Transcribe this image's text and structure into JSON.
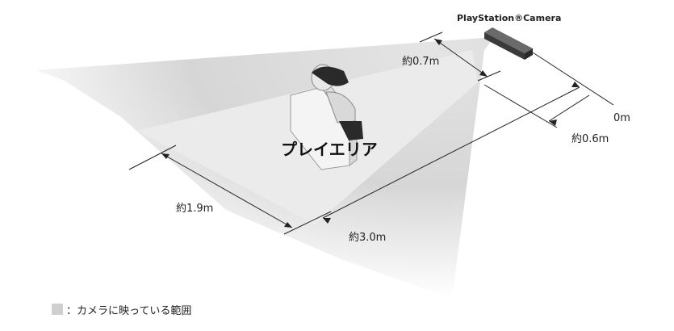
{
  "camera": {
    "label": "PlayStation®Camera"
  },
  "play_area": {
    "label": "プレイエリア"
  },
  "dimensions": {
    "front_depth": "約0.7m",
    "origin": "0m",
    "offset": "約0.6m",
    "width": "約1.9m",
    "depth": "約3.0m"
  },
  "legend": {
    "text": "：カメラに映っている範囲"
  },
  "colors": {
    "camera_fov": "#d6d6d6",
    "play_area": "#ebebeb",
    "camera_body": "#3a3a3a",
    "dimension_line": "#222222"
  }
}
